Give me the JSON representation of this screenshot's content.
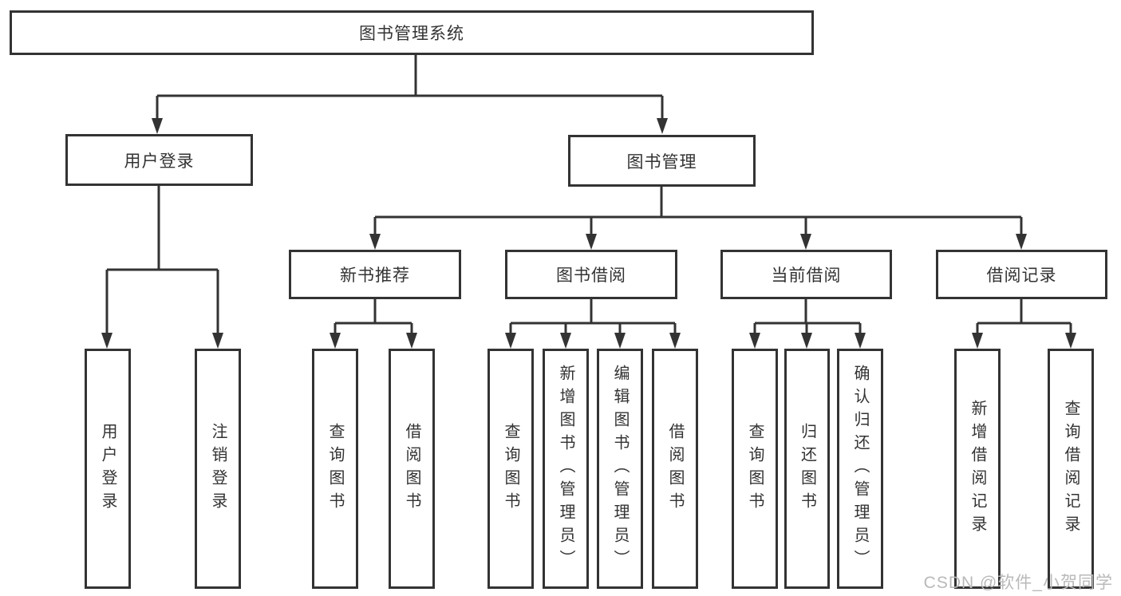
{
  "diagram": {
    "title": "图书管理系统",
    "root": {
      "label": "图书管理系统"
    },
    "branches": {
      "user_login": {
        "label": "用户登录",
        "children": [
          "用户登录",
          "注销登录"
        ]
      },
      "book_mgmt": {
        "label": "图书管理"
      }
    },
    "modules": {
      "new_books": {
        "label": "新书推荐",
        "children": [
          "查询图书",
          "借阅图书"
        ]
      },
      "book_borrow": {
        "label": "图书借阅",
        "children": [
          "查询图书",
          "新增图书（管理员）",
          "编辑图书（管理员）",
          "借阅图书"
        ]
      },
      "current_borrow": {
        "label": "当前借阅",
        "children": [
          "查询图书",
          "归还图书",
          "确认归还（管理员）"
        ]
      },
      "borrow_records": {
        "label": "借阅记录",
        "children": [
          "新增借阅记录",
          "查询借阅记录"
        ]
      }
    },
    "watermark": "CSDN @软件_小贺同学",
    "colors": {
      "line": "#333333",
      "text": "#333333",
      "watermark": "#b9b9b9",
      "background": "#ffffff"
    }
  }
}
